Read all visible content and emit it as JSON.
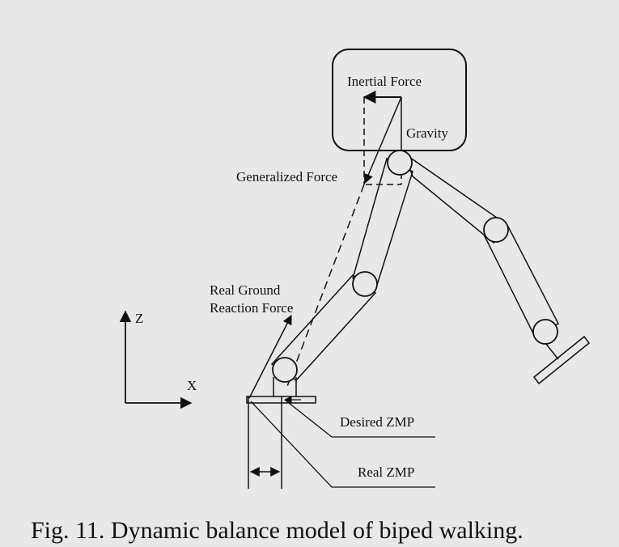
{
  "labels": {
    "inertial_force": "Inertial Force",
    "gravity": "Gravity",
    "generalized_force": "Generalized Force",
    "real_ground_line1": "Real Ground",
    "real_ground_line2": "Reaction Force",
    "z_axis": "Z",
    "x_axis": "X",
    "desired_zmp": "Desired ZMP",
    "real_zmp": "Real ZMP"
  },
  "caption": "Fig. 11. Dynamic balance model of biped walking."
}
